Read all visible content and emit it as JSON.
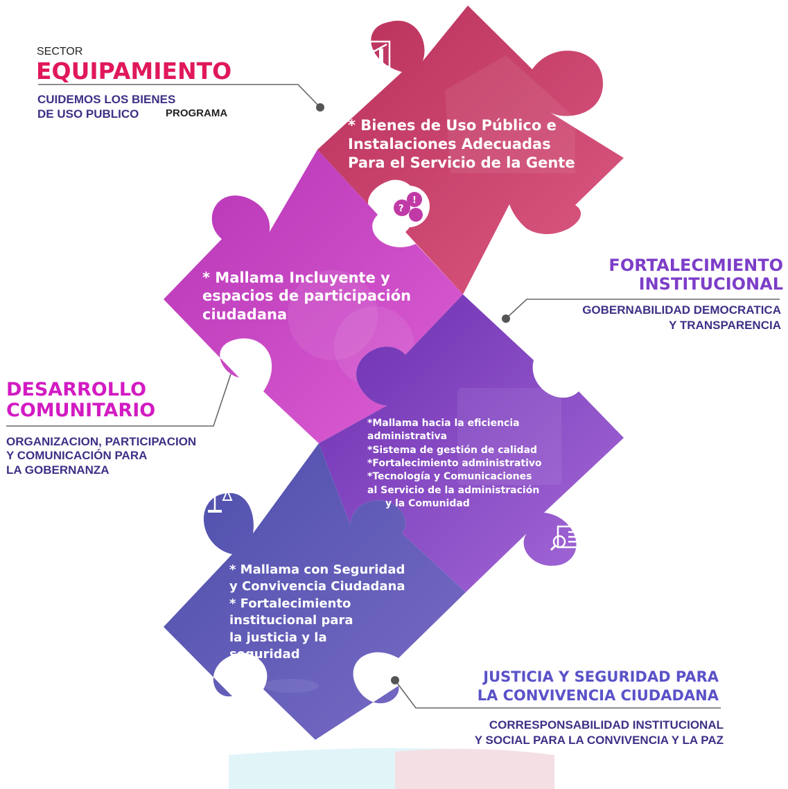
{
  "colors": {
    "piece_equipamiento": [
      "#b8305a",
      "#dc5a82"
    ],
    "piece_desarrollo": [
      "#b534b5",
      "#dd5fd4"
    ],
    "piece_fortalecimiento": [
      "#6c2eb0",
      "#a56ad8"
    ],
    "piece_justicia": [
      "#4b4eaa",
      "#7a6cc6"
    ],
    "leader_line": "#666666"
  },
  "sectors": {
    "equipamiento": {
      "sector_label": "SECTOR",
      "title": "EQUIPAMIENTO",
      "program": "CUIDEMOS LOS BIENES\nDE USO PUBLICO",
      "program_word": "PROGRAMA",
      "piece_text": "* Bienes de Uso Público e\nInstalaciones Adecuadas\nPara el Servicio de la Gente",
      "icon": "chart-icon"
    },
    "desarrollo": {
      "title": "DESARROLLO\nCOMUNITARIO",
      "program": "ORGANIZACION, PARTICIPACION\nY COMUNICACIÓN PARA\nLA GOBERNANZA",
      "piece_text": "* Mallama Incluyente y\nespacios de participación\nciudadana",
      "icon": "speech-bubbles-icon"
    },
    "fortalecimiento": {
      "title": "FORTALECIMIENTO\nINSTITUCIONAL",
      "program": "GOBERNABILIDAD DEMOCRATICA\nY TRANSPARENCIA",
      "piece_lines": [
        "*Mallama hacia la eficiencia",
        "administrativa",
        "*Sistema de gestión de calidad",
        "*Fortalecimiento administrativo",
        "*Tecnología y Comunicaciones",
        "al Servicio de la administración",
        "y la Comunidad"
      ],
      "icon": "document-search-icon"
    },
    "justicia": {
      "title": "JUSTICIA Y SEGURIDAD PARA\nLA CONVIVENCIA CIUDADANA",
      "program": "CORRESPONSABILIDAD INSTITUCIONAL\nY SOCIAL PARA LA CONVIVENCIA Y LA PAZ",
      "piece_text": "* Mallama con Seguridad\ny Convivencia Ciudadana\n* Fortalecimiento\ninstitucional para\nla justicia y la\nseguridad",
      "icon": "scales-icon"
    }
  }
}
